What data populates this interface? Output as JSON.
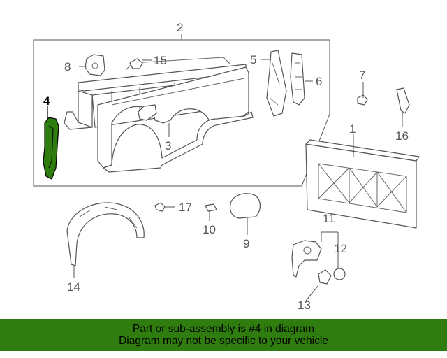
{
  "callouts": {
    "c1": "1",
    "c2": "2",
    "c3": "3",
    "c4": "4",
    "c5": "5",
    "c6": "6",
    "c7": "7",
    "c8": "8",
    "c9": "9",
    "c10": "10",
    "c11": "11",
    "c12": "12",
    "c13": "13",
    "c14": "14",
    "c15": "15",
    "c16": "16",
    "c17": "17"
  },
  "highlight": {
    "part": "4",
    "color": "#2e7d0e"
  },
  "banner": {
    "line1": "Part or sub-assembly is #4 in diagram",
    "line2": "Diagram may not be specific to your vehicle",
    "background": "#2e7d0e"
  }
}
